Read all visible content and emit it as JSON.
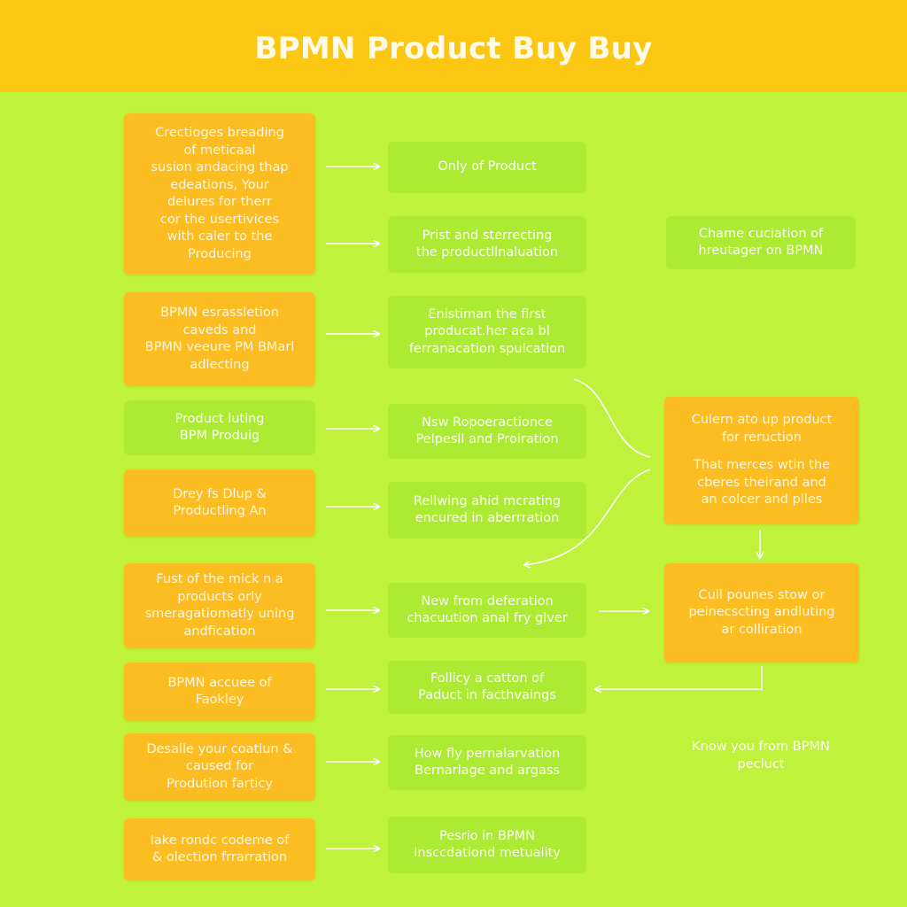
{
  "title": "BPMN Product Buy Buy",
  "left_column": [
    {
      "lines": [
        "Crectioges breading",
        "of meticaal",
        "susion andacing thap",
        "edeations, Your",
        "delures for therr",
        "cor the usertivices",
        "with caler to the",
        "Producing"
      ]
    },
    {
      "lines": [
        "BPMN esrassletion",
        "caveds and",
        "BPMN veeure PM BMarl",
        "adlecting"
      ]
    },
    {
      "lines": [
        "Product luting",
        "BPM Produig"
      ]
    },
    {
      "lines": [
        "Drey fs Dlup &",
        "Productling An"
      ]
    },
    {
      "lines": [
        "Fust of the mick n a",
        "products orly",
        "smeragatiomatly uning",
        "andfication"
      ]
    },
    {
      "lines": [
        "BPMN accuee of",
        "Faokley"
      ]
    },
    {
      "lines": [
        "Desalle your coatlun &",
        "caused for",
        "Prodution farticy"
      ]
    },
    {
      "lines": [
        "Iake rondc codeme of",
        "& olection frrarration"
      ]
    }
  ],
  "middle_column": [
    {
      "lines": [
        "Only of Product"
      ]
    },
    {
      "lines": [
        "Prist and sterrecting",
        "the productllnaluation"
      ]
    },
    {
      "lines": [
        "Enistiman the first",
        "producat.her aca bl",
        "ferranacation spulcation"
      ]
    },
    {
      "lines": [
        "Nsw Ropoeractionce",
        "Pelpesll and Proiration"
      ]
    },
    {
      "lines": [
        "Rellwing ahid mcrating",
        "encured in aberrration"
      ]
    },
    {
      "lines": [
        "New from deferation",
        "chacuution anal fry glver"
      ]
    },
    {
      "lines": [
        "Follicy a catton of",
        "Paduct in facthvaings"
      ]
    },
    {
      "lines": [
        "How fly pernalarvation",
        "Bernarlage and argass"
      ]
    },
    {
      "lines": [
        "Pesrio in BPMN",
        "Insccdationd metuality"
      ]
    }
  ],
  "right_column": {
    "top_box": {
      "lines": [
        "Chame cuciation of",
        "hreutager on BPMN"
      ]
    },
    "decision_box": {
      "lines": [
        "Culern ato up product",
        "for reruction"
      ],
      "lines2": [
        "That merces wtin the",
        "cberes theirand and",
        "an colcer and plles"
      ]
    },
    "process_box": {
      "lines": [
        "Cull pounes stow or",
        "peinecscting andluting",
        "ar colliration"
      ]
    },
    "free_note": {
      "lines": [
        "Know you from BPMN",
        "pecluct"
      ]
    }
  },
  "colors": {
    "background": "#bff23a",
    "header": "#fcc713",
    "orange_node": "#fcbd23",
    "green_node": "#acea33",
    "arrow": "#ffffff"
  }
}
